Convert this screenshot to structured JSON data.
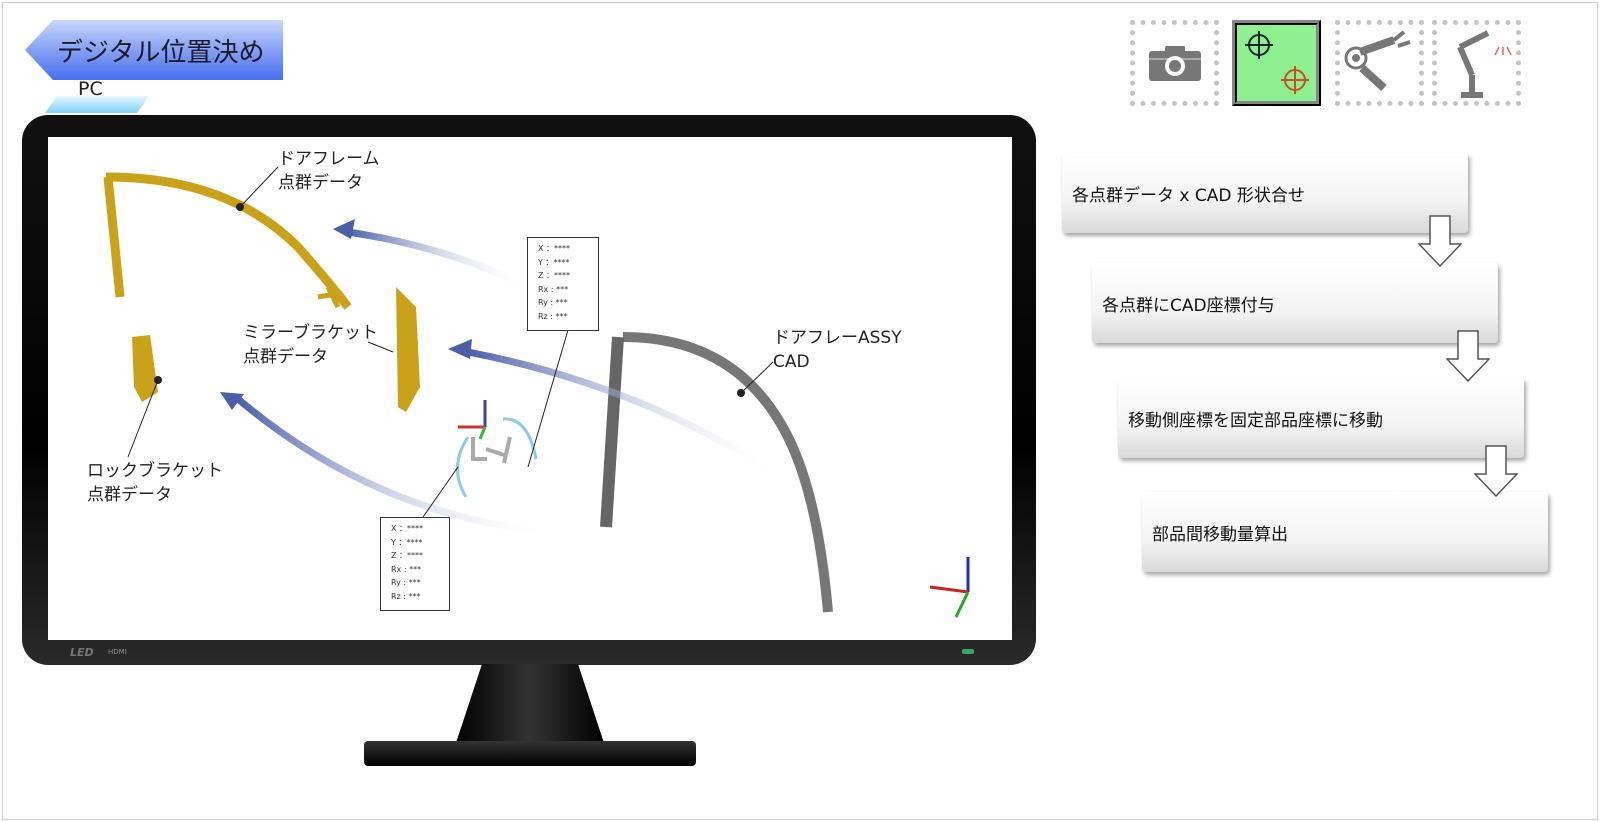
{
  "header": {
    "title": "デジタル位置決め",
    "subtitle": "PC"
  },
  "toolbar": {
    "icons": [
      {
        "name": "camera-icon",
        "selected": false
      },
      {
        "name": "target-alignment-icon",
        "selected": true
      },
      {
        "name": "robot-arm-icon",
        "selected": false
      },
      {
        "name": "welding-robot-icon",
        "selected": false
      }
    ]
  },
  "monitor": {
    "brand": "LED",
    "port": "HDMI"
  },
  "screen": {
    "labels": {
      "door_frame": "ドアフレーム\n点群データ",
      "mirror_bracket": "ミラーブラケット\n点群データ",
      "lock_bracket": "ロックブラケット\n点群データ",
      "assy_cad": "ドアフレーASSY\nCAD"
    },
    "coord_box_top": [
      "X ：****",
      "Y ：****",
      "Z ：****",
      "Rx : ***",
      "Ry : ***",
      "Rz : ***"
    ],
    "coord_box_bottom": [
      "X ：****",
      "Y ：****",
      "Z ：****",
      "Rx : ***",
      "Ry : ***",
      "Rz : ***"
    ]
  },
  "flow": {
    "steps": [
      "各点群データ x CAD 形状合せ",
      "各点群にCAD座標付与",
      "移動側座標を固定部品座標に移動",
      "部品間移動量算出"
    ]
  },
  "colors": {
    "banner": "#4a6ef0",
    "selected": "#8ef08e",
    "pointcloud": "#c9a21a",
    "cad": "#777777",
    "arrow": "#4a5fa8"
  }
}
